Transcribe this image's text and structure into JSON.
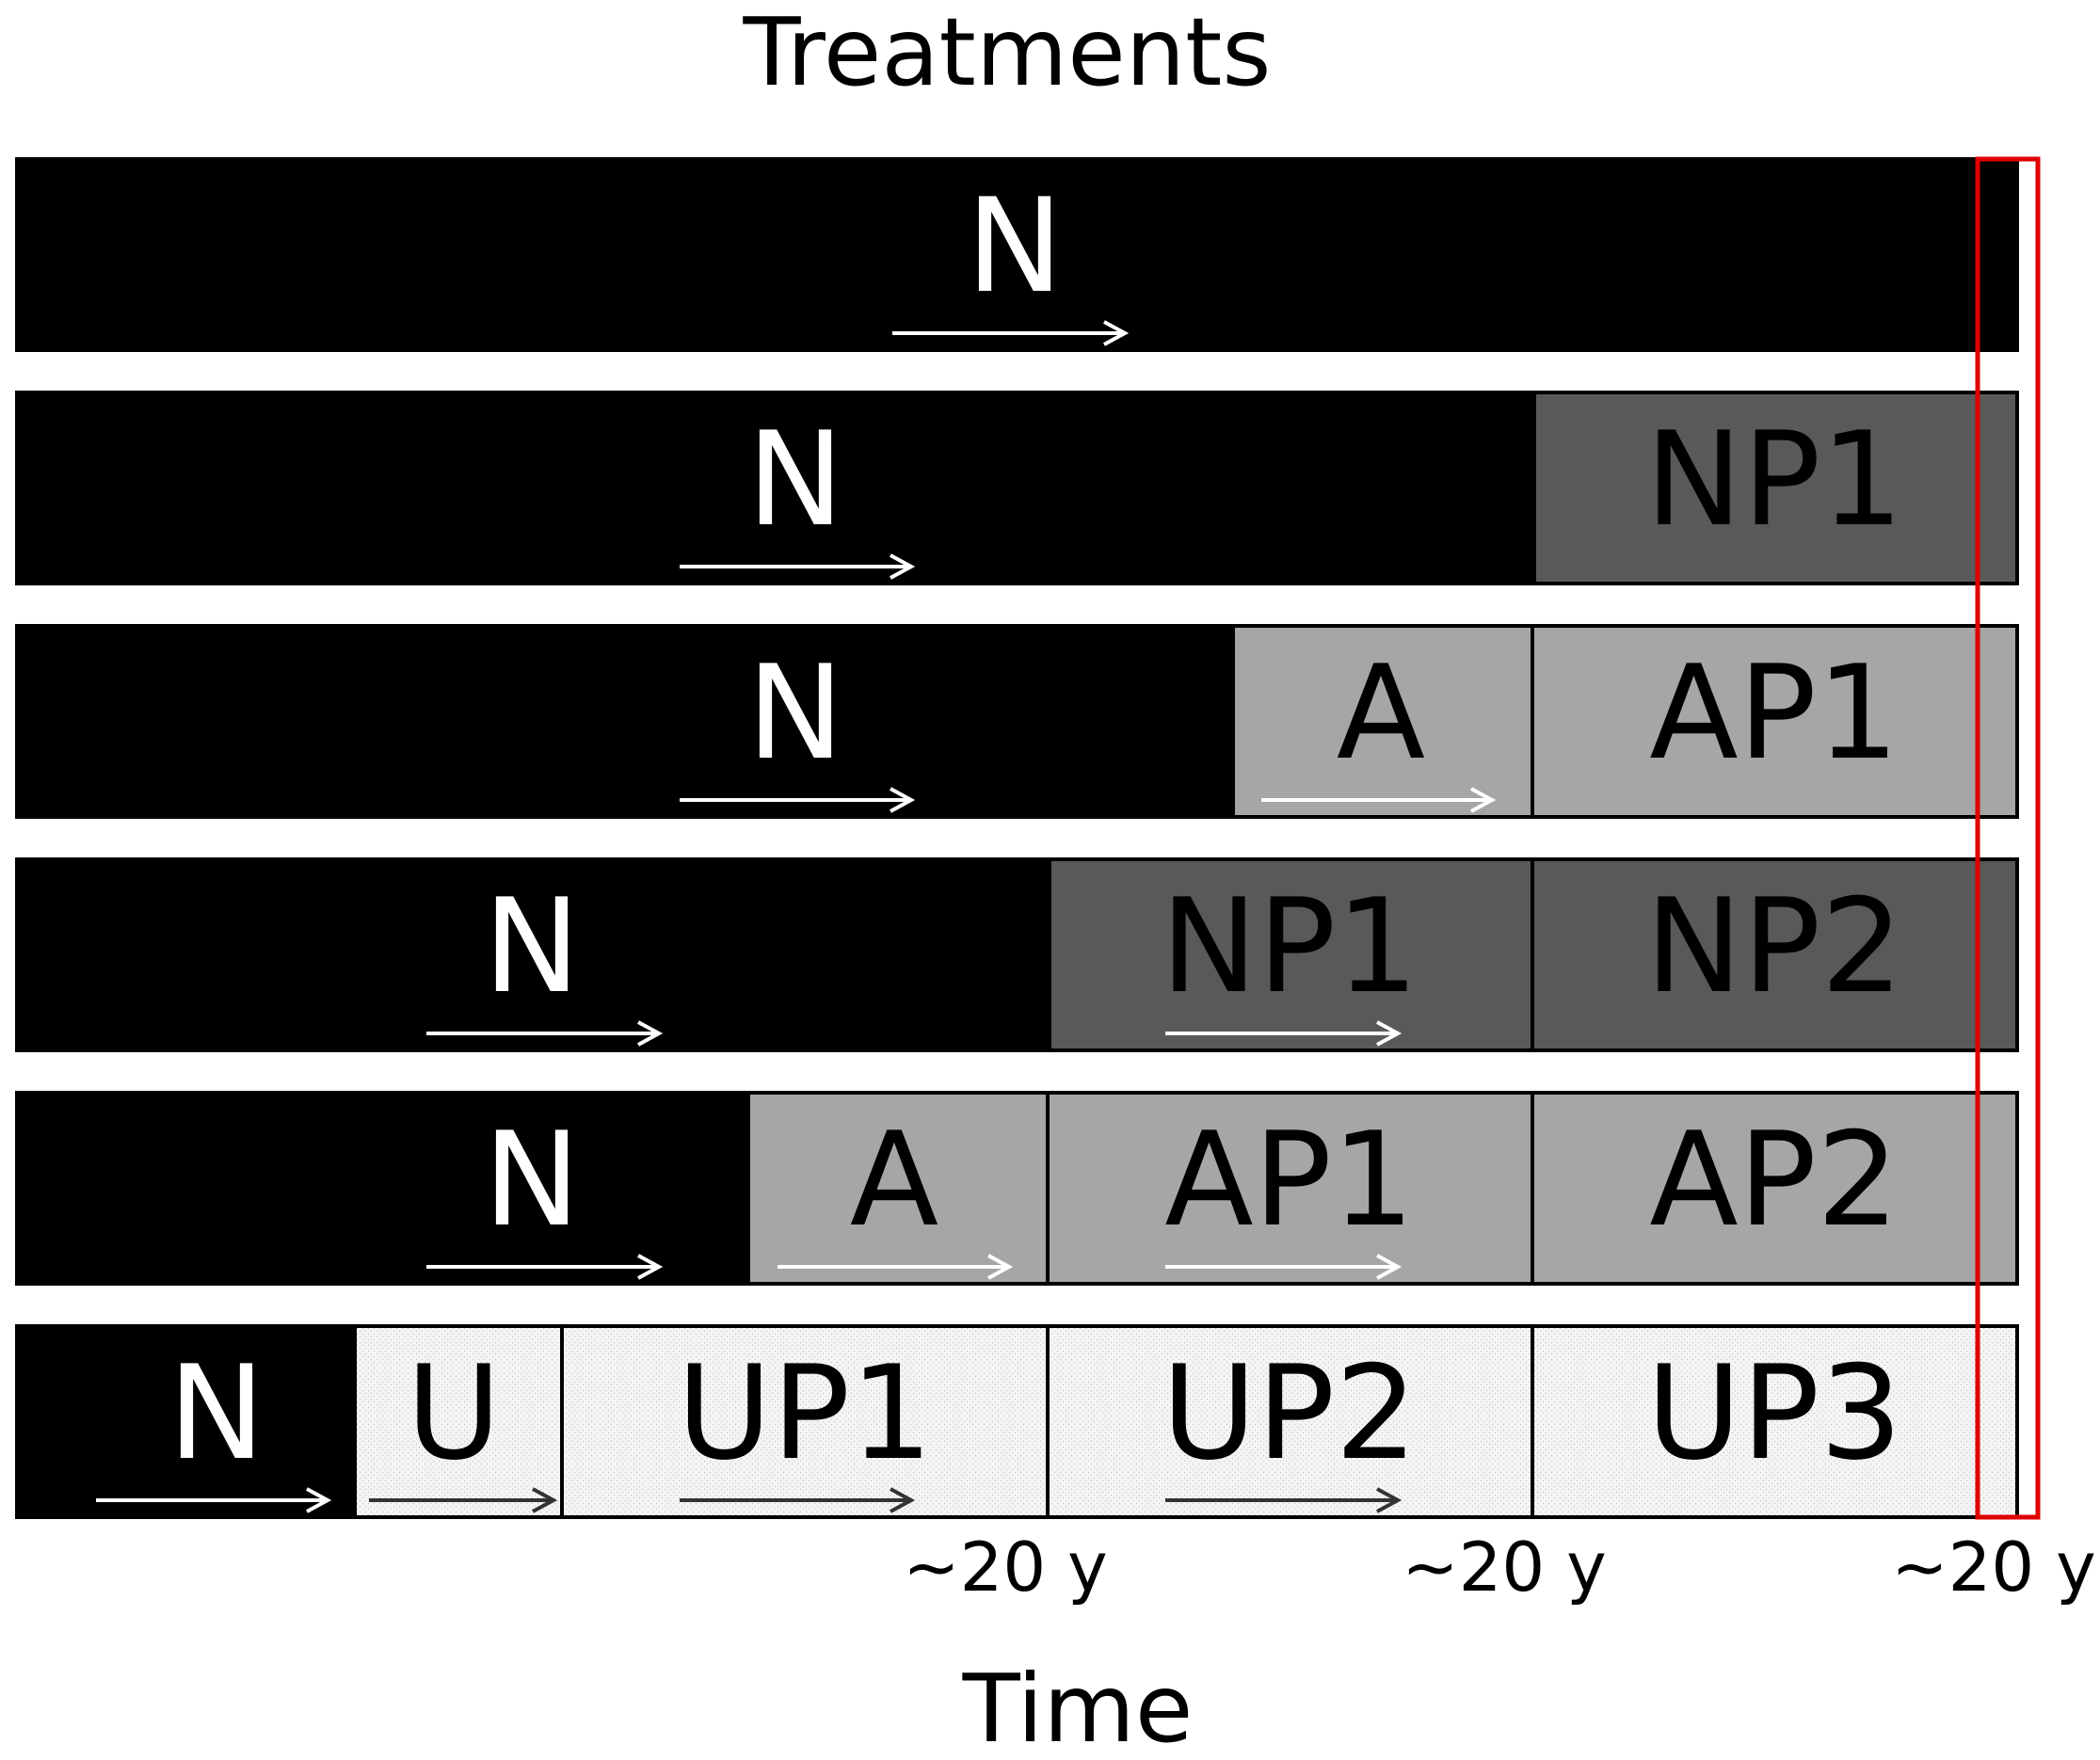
{
  "title": "Treatments",
  "x_axis_label": "Time",
  "time_markers": [
    "~20 y",
    "~20 y",
    "~20 y"
  ],
  "colors": {
    "N": "#000000",
    "NP": "#595959",
    "A": "#a6a6a6",
    "U": "#f4f4f4",
    "arrow_light": "#ffffff",
    "arrow_dark": "#333333",
    "highlight": "#e00000"
  },
  "rows": [
    {
      "segments": [
        {
          "label": "N",
          "kind": "N",
          "has_arrow": true
        }
      ]
    },
    {
      "segments": [
        {
          "label": "N",
          "kind": "N",
          "has_arrow": true
        },
        {
          "label": "NP1",
          "kind": "NP",
          "has_arrow": false
        }
      ]
    },
    {
      "segments": [
        {
          "label": "N",
          "kind": "N",
          "has_arrow": true
        },
        {
          "label": "A",
          "kind": "A",
          "has_arrow": true
        },
        {
          "label": "AP1",
          "kind": "A",
          "has_arrow": false
        }
      ]
    },
    {
      "segments": [
        {
          "label": "N",
          "kind": "N",
          "has_arrow": true
        },
        {
          "label": "NP1",
          "kind": "NP",
          "has_arrow": true
        },
        {
          "label": "NP2",
          "kind": "NP",
          "has_arrow": false
        }
      ]
    },
    {
      "segments": [
        {
          "label": "N",
          "kind": "N",
          "has_arrow": true
        },
        {
          "label": "A",
          "kind": "A",
          "has_arrow": true
        },
        {
          "label": "AP1",
          "kind": "A",
          "has_arrow": true
        },
        {
          "label": "AP2",
          "kind": "A",
          "has_arrow": false
        }
      ]
    },
    {
      "segments": [
        {
          "label": "N",
          "kind": "N",
          "has_arrow": true
        },
        {
          "label": "U",
          "kind": "U",
          "has_arrow": true
        },
        {
          "label": "UP1",
          "kind": "U",
          "has_arrow": true
        },
        {
          "label": "UP2",
          "kind": "U",
          "has_arrow": true
        },
        {
          "label": "UP3",
          "kind": "U",
          "has_arrow": false
        }
      ]
    }
  ]
}
